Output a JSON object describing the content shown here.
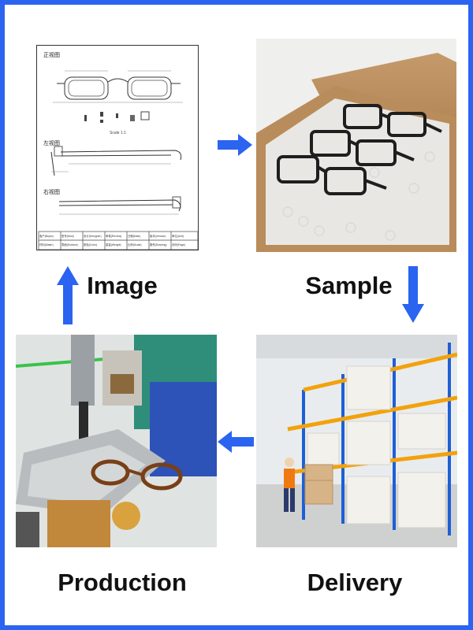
{
  "steps": {
    "image": {
      "label": "Image"
    },
    "sample": {
      "label": "Sample"
    },
    "production": {
      "label": "Production"
    },
    "delivery": {
      "label": "Delivery"
    }
  },
  "drawing": {
    "views": [
      "正视图",
      "左视图",
      "右视图"
    ],
    "scale_note": "Scale 1:1",
    "table_rows": [
      [
        "客户(Buyer)",
        "型号(Mod)",
        "设计(Designer)",
        "审核(Review)",
        "日期(Date)",
        "版本(Version)",
        "单位(Unit)"
      ],
      [
        "材料(Mater)",
        "表面(Surface)",
        "颜色(Color)",
        "重量(Weight)",
        "比例(Scale)",
        "图号(Drawing)",
        "页码(Page)"
      ]
    ]
  },
  "colors": {
    "accent": "#2a64f0",
    "border": "#2a64f0",
    "label_text": "#111111"
  }
}
